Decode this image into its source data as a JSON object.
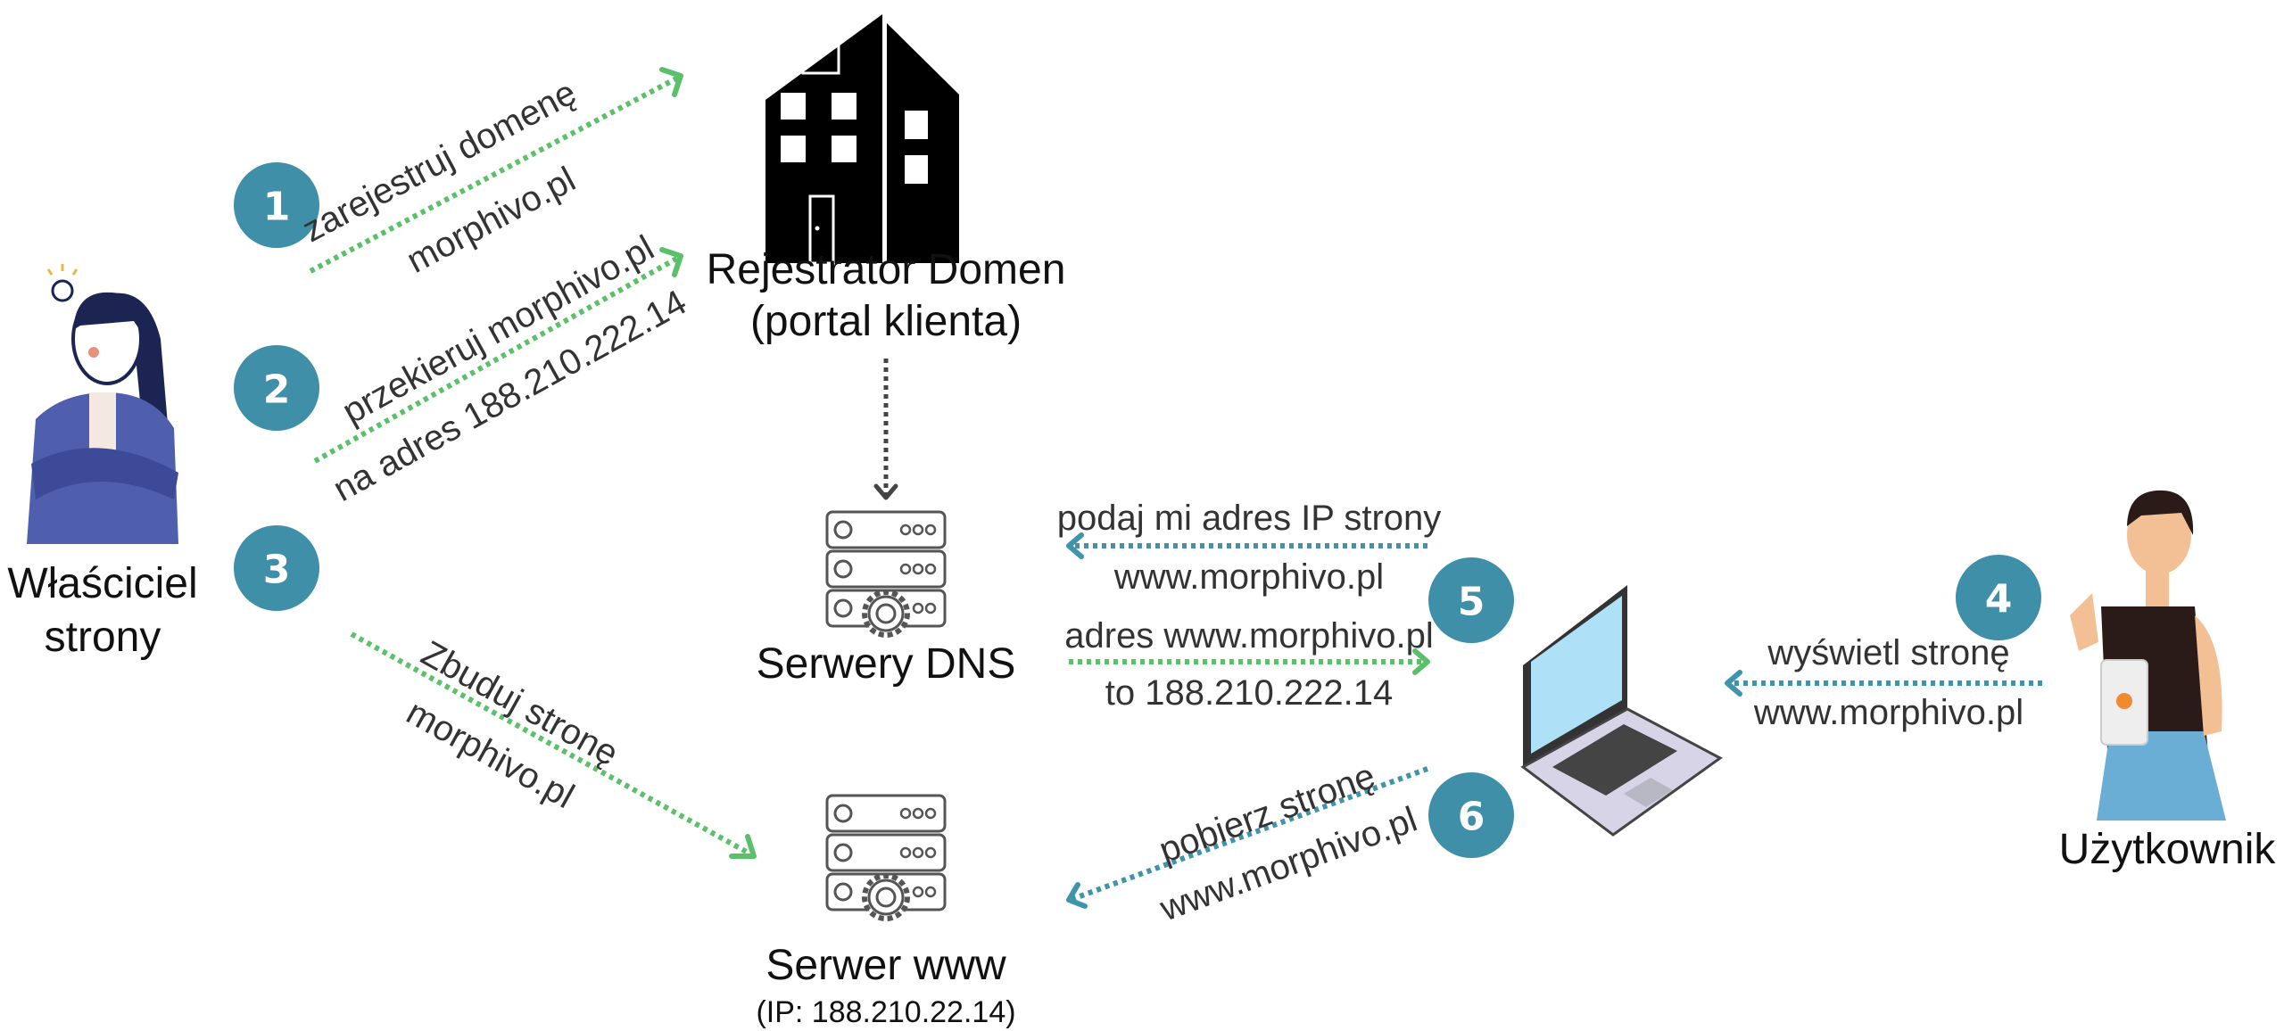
{
  "colors": {
    "step_circle": "#3f8fa8",
    "arrow_owner": "#5cc06b",
    "arrow_user": "#3f93ab",
    "arrow_registrar": "#444444",
    "text": "#222222"
  },
  "nodes": {
    "owner": {
      "label_line1": "Właściciel",
      "label_line2": "strony",
      "icon": "woman-figure"
    },
    "registrar": {
      "label_line1": "Rejestrator Domen",
      "label_line2": "(portal klienta)",
      "icon": "office-building-icon"
    },
    "dns": {
      "label": "Serwery DNS",
      "icon": "server-gear-icon"
    },
    "www": {
      "label": "Serwer www",
      "sublabel": "(IP: 188.210.22.14)",
      "icon": "server-gear-icon"
    },
    "laptop": {
      "icon": "laptop-icon"
    },
    "user": {
      "label": "Użytkownik",
      "icon": "man-with-tablet-figure"
    }
  },
  "steps": [
    {
      "number": "1",
      "line1": "zarejestruj domenę",
      "line2": "morphivo.pl"
    },
    {
      "number": "2",
      "line1": "przekieruj morphivo.pl",
      "line2": "na adres 188.210.222.14"
    },
    {
      "number": "3",
      "line1": "Zbuduj stronę",
      "line2": "morphivo.pl"
    },
    {
      "number": "4",
      "line1": "wyświetl stronę",
      "line2": "www.morphivo.pl"
    },
    {
      "number": "5",
      "request_line1": "podaj mi adres IP strony",
      "request_line2": "www.morphivo.pl",
      "response_line1": "adres www.morphivo.pl",
      "response_line2": "to 188.210.222.14"
    },
    {
      "number": "6",
      "line1": "pobierz stronę",
      "line2": "www.morphivo.pl"
    }
  ]
}
